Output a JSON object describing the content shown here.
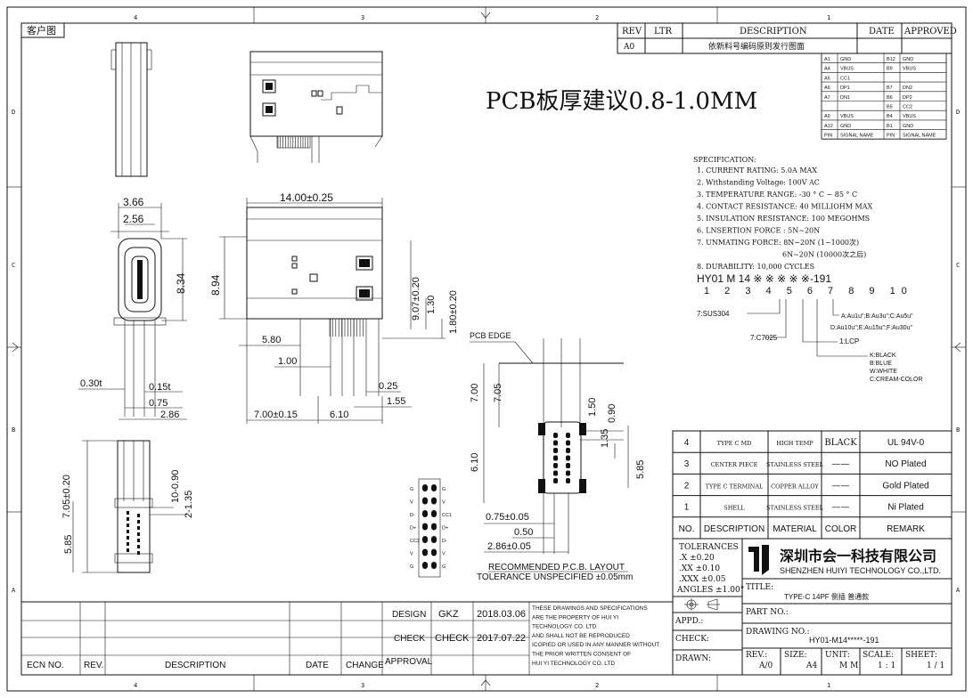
{
  "sheet": {
    "customer_tag": "客户图",
    "zone_cols": [
      "4",
      "3",
      "2",
      "1"
    ],
    "zone_rows": [
      "D",
      "C",
      "B",
      "A"
    ]
  },
  "revision": {
    "headers": [
      "REV",
      "LTR",
      "DESCRIPTION",
      "DATE",
      "APPROVED"
    ],
    "row": [
      "A0",
      "",
      "依新料号编码原则发行图面",
      "",
      ""
    ]
  },
  "note_pcb": "PCB板厚建议0.8-1.0MM",
  "pinout": {
    "rows": [
      [
        "A1",
        "GND",
        "B12",
        "GND"
      ],
      [
        "A4",
        "VBUS",
        "B9",
        "VBUS"
      ],
      [
        "A5",
        "CC1",
        "",
        ""
      ],
      [
        "A6",
        "DP1",
        "B7",
        "DN2"
      ],
      [
        "A7",
        "DN1",
        "B6",
        "DP2"
      ],
      [
        "",
        "",
        "B5",
        "CC2"
      ],
      [
        "A9",
        "VBUS",
        "B4",
        "VBUS"
      ],
      [
        "A12",
        "GND",
        "B1",
        "GND"
      ],
      [
        "PIN",
        "SIGNAL NAME",
        "PIN",
        "SIGNAL NAME"
      ]
    ]
  },
  "spec": {
    "title": "SPECIFICATION:",
    "items": [
      "1. CURRENT RATING: 5.0A MAX",
      "2. Withstanding Voltage: 100V AC",
      "3. TEMPERATURE RANGE: -30 ° C ~ 85 ° C",
      "4. CONTACT RESISTANCE: 40 MILLIOHM MAX",
      "5. INSULATION RESISTANCE: 100 MEGOHMS",
      "6. LNSERTION FORCE : 5N~20N",
      "7. UNMATING FORCE: 8N~20N (1~1000次)",
      "6N~20N (10000次之后)",
      "8. DURABILITY: 10,000 CYCLES"
    ]
  },
  "part_code": {
    "code": "HY01 M 14 ※ ※ ※ ※ ※-191",
    "positions": "1 2 3 4 5 6 7 8 9 10",
    "opt5": "7:SUS304",
    "opt6": "7:C7025",
    "opt7": "1:LCP",
    "opt8": [
      "K:BLACK",
      "B:BLUE",
      "W:WHITE",
      "C:CREAM-COLOR"
    ],
    "opt9a": "A:Au1u\";B:Au3u\";C:Au5u\"",
    "opt9b": "D:Au10u\";E:Au15u\";F:Au30u\""
  },
  "dims": {
    "d366": "3.66",
    "d256": "2.56",
    "d834": "8.34",
    "d030t": "0.30t",
    "d015t": "0.15t",
    "d075": "0.75",
    "d286": "2.86",
    "d1400": "14.00±0.25",
    "d894": "8.94",
    "d907": "9.07±0.20",
    "d130": "1.30",
    "d180": "1.80±0.20",
    "d580": "5.80",
    "d100": "1.00",
    "d025": "0.25",
    "d155": "1.55",
    "d700": "7.00±0.15",
    "d610": "6.10",
    "d705b": "7.05±0.20",
    "d010": "10-0.90",
    "d2135": "2-1.35",
    "d585b": "5.85",
    "pcb_edge": "PCB EDGE",
    "p700": "7.00",
    "p705": "7.05",
    "p610": "6.10",
    "p150": "1.50",
    "p090": "0.90",
    "p135": "1.35",
    "p585": "5.85",
    "p075": "0.75±0.05",
    "p050": "0.50",
    "p286": "2.86±0.05"
  },
  "pad_labels": {
    "left": [
      "G",
      "V",
      "D-",
      "D+",
      "CC2",
      "V",
      "G"
    ],
    "right": [
      "G",
      "V",
      "CC1",
      "D+",
      "D-",
      "V",
      "G"
    ]
  },
  "layout_note": {
    "line1": "RECOMMENDED    P.C.B.  LAYOUT",
    "line2": "TOLERANCE  UNSPECIFIED  ±0.05mm"
  },
  "bom": {
    "rows": [
      [
        "4",
        "TYPE C MD",
        "HIGH TEMP",
        "BLACK",
        "UL 94V-0"
      ],
      [
        "3",
        "CENTER PIECE",
        "STAINLESS STEEL",
        "——",
        "NO Plated"
      ],
      [
        "2",
        "TYPE C TERMINAL",
        "COPPER ALLOY",
        "——",
        "Gold Plated"
      ],
      [
        "1",
        "SHELL",
        "STAINLESS STEEL",
        "——",
        "Ni Plated"
      ]
    ],
    "header": [
      "NO.",
      "DESCRIPTION",
      "MATERIAL",
      "COLOR",
      "REMARK"
    ]
  },
  "tolerances": {
    "title": "TOLERANCES",
    "rows": [
      ".X    ±0.20",
      ".XX   ±0.10",
      ".XXX  ±0.05",
      "ANGLES ±1.00°"
    ]
  },
  "company": {
    "cn": "深圳市会一科技有限公司",
    "en": "SHENZHEN HUIYI TECHNOLOGY CO.,LTD."
  },
  "title_block": {
    "title_label": "TITLE:",
    "title_value": "TYPE-C 14PF 侧插 普通款",
    "appd": "APPD.:",
    "part_no": "PART NO.:",
    "check_label": "CHECK:",
    "drawing_no_label": "DRAWING NO.:",
    "drawing_no": "HY01-M14*****-191",
    "drawn": "DRAWN:",
    "rev_label": "REV.:",
    "rev": "A/0",
    "size_label": "SIZE:",
    "size": "A4",
    "unit_label": "UNIT:",
    "unit": "M M",
    "scale_label": "SCALE:",
    "scale": "1 : 1",
    "sheet_label": "SHEET:",
    "sheet": "1 / 1"
  },
  "approval": {
    "design": "DESIGN",
    "design_by": "GKZ",
    "design_date": "2018.03.06",
    "check": "CHECK",
    "check_by": "CHECK",
    "check_date": "2017.07.22",
    "approval": "APPROVAL",
    "cols": [
      "ECN NO.",
      "REV.",
      "DESCRIPTION",
      "DATE",
      "CHANGE"
    ],
    "notice": [
      "THESE DRAWINGS AND SPECIFICATIONS",
      "ARE THE PROPERTY OF HUI YI",
      "TECHNOLOGY  CO. LTD",
      "AND SHALL NOT BE REPRODUCED",
      "ICOPIED OR USED IN ANY MANNER WITHOUT",
      "THE PRIOR WRITTEN CONSENT OF",
      "HUI YI  TECHNOLOGY CO. LTD"
    ]
  }
}
